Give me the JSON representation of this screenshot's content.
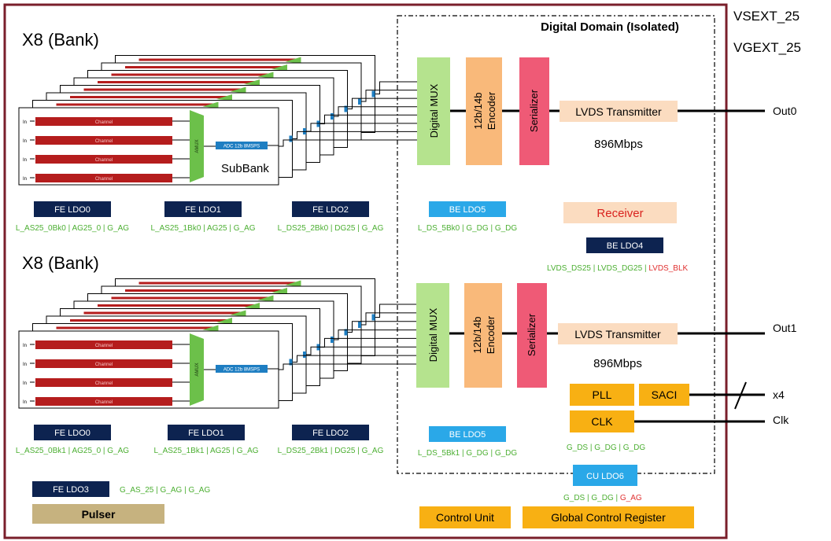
{
  "external": {
    "vsext": "VSEXT_25",
    "vgext": "VGEXT_25",
    "out0": "Out0",
    "out1": "Out1",
    "x4": "x4",
    "clk": "Clk"
  },
  "digital_domain": {
    "title": "Digital Domain (Isolated)"
  },
  "bank_top": {
    "title": "X8 (Bank)",
    "subbank_label": "SubBank",
    "channel_label": "Channel",
    "in_label": "In",
    "amux_label": "AMUX",
    "adc_label": "ADC 12b 8MSPS",
    "ldos": [
      {
        "name": "FE LDO0",
        "pins": "L_AS25_0Bk0 | AG25_0 | G_AG"
      },
      {
        "name": "FE LDO1",
        "pins": "L_AS25_1Bk0 | AG25 | G_AG"
      },
      {
        "name": "FE LDO2",
        "pins": "L_DS25_2Bk0 | DG25 | G_AG"
      }
    ]
  },
  "bank_bottom": {
    "title": "X8 (Bank)",
    "channel_label": "Channel",
    "in_label": "In",
    "amux_label": "AMUX",
    "adc_label": "ADC 12b 8MSPS",
    "ldos": [
      {
        "name": "FE LDO0",
        "pins": "L_AS25_0Bk1 | AG25_0 | G_AG"
      },
      {
        "name": "FE LDO1",
        "pins": "L_AS25_1Bk1 | AG25 | G_AG"
      },
      {
        "name": "FE LDO2",
        "pins": "L_DS25_2Bk1 | DG25 | G_AG"
      }
    ]
  },
  "pipeline_top": {
    "mux": "Digital MUX",
    "encoder": "12b/14b Encoder",
    "serializer": "Serializer",
    "lvds": "LVDS Transmitter",
    "rate": "896Mbps",
    "be_ldo": {
      "name": "BE LDO5",
      "pins": "L_DS_5Bk0 | G_DG | G_DG"
    }
  },
  "pipeline_bottom": {
    "mux": "Digital MUX",
    "encoder": "12b/14b Encoder",
    "serializer": "Serializer",
    "lvds": "LVDS Transmitter",
    "rate": "896Mbps",
    "be_ldo": {
      "name": "BE LDO5",
      "pins": "L_DS_5Bk1 | G_DG | G_DG"
    }
  },
  "receiver": {
    "label": "Receiver"
  },
  "be_ldo4": {
    "name": "BE LDO4",
    "pins_a": "LVDS_DS25 | LVDS_DG25 | ",
    "pins_b": "LVDS_BLK"
  },
  "pll": "PLL",
  "saci": "SACI",
  "clk_block": "CLK",
  "clk_pins": "G_DS | G_DG | G_DG",
  "cu_ldo6": {
    "name": "CU LDO6",
    "pins_a": "G_DS | G_DG | ",
    "pins_b": "G_AG"
  },
  "fe_ldo3": {
    "name": "FE LDO3",
    "pins": "G_AS_25 | G_AG | G_AG"
  },
  "pulser": "Pulser",
  "control_unit": "Control Unit",
  "global_control_register": "Global Control Register",
  "colors": {
    "border": "#7a1f2b",
    "navy": "#0d2350",
    "sky": "#2aa8e8",
    "green_mux": "#b5e38e",
    "orange_enc": "#f9b97a",
    "pink_ser": "#ef5a76",
    "peach": "#fbdcc0",
    "orange": "#f8b013",
    "tan": "#c6b27f",
    "green_text": "#4caf32",
    "red_text": "#e03030",
    "channel": "#b51d1d",
    "amux": "#6cc04a",
    "adc": "#1e7ec2"
  }
}
